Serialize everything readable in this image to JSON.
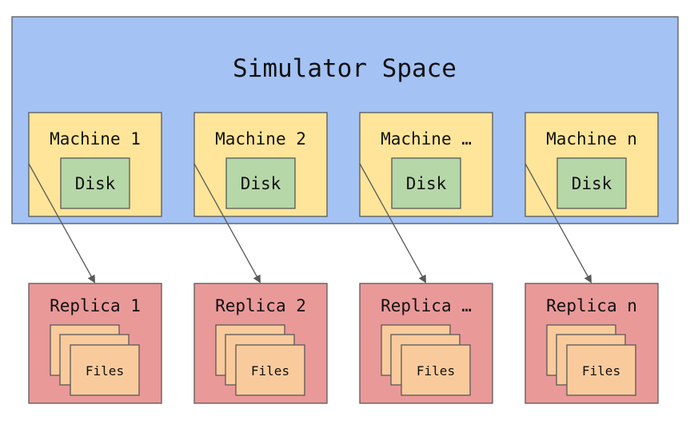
{
  "simulator_space": {
    "title": "Simulator Space"
  },
  "machines": [
    {
      "label": "Machine 1",
      "disk_label": "Disk"
    },
    {
      "label": "Machine 2",
      "disk_label": "Disk"
    },
    {
      "label": "Machine …",
      "disk_label": "Disk"
    },
    {
      "label": "Machine n",
      "disk_label": "Disk"
    }
  ],
  "replicas": [
    {
      "label": "Replica 1",
      "files_label": "Files"
    },
    {
      "label": "Replica 2",
      "files_label": "Files"
    },
    {
      "label": "Replica …",
      "files_label": "Files"
    },
    {
      "label": "Replica n",
      "files_label": "Files"
    }
  ],
  "colors": {
    "simulator_space": "#a4c2f4",
    "machine": "#ffe599",
    "disk": "#b6d7a8",
    "replica": "#ea9999",
    "files": "#f9cb9c",
    "outline": "#595959"
  }
}
